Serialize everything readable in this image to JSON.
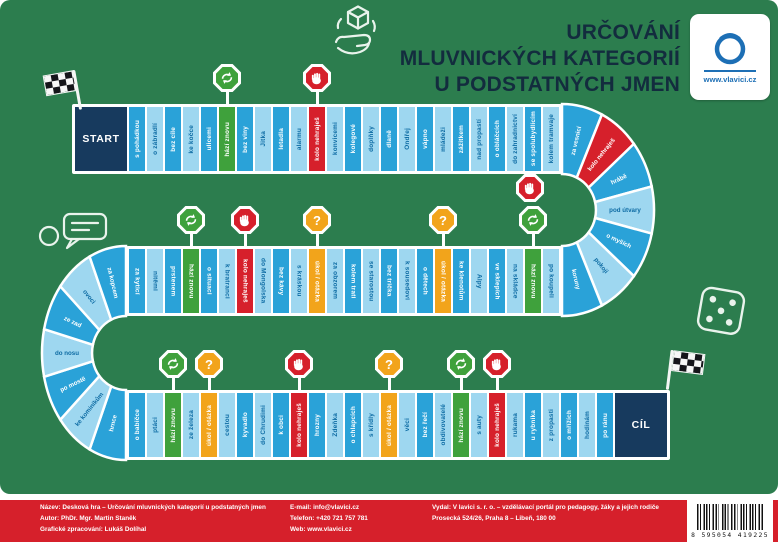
{
  "title": {
    "lines": [
      "URČOVÁNÍ",
      "MLUVNICKÝCH KATEGORIÍ",
      "U PODSTATNÝCH JMEN"
    ]
  },
  "logo": {
    "url": "www.vlavici.cz"
  },
  "board": {
    "start_label": "START",
    "finish_label": "CÍL",
    "rows": [
      {
        "cells": [
          {
            "text": "s pohádkou"
          },
          {
            "text": "o zábradlí"
          },
          {
            "text": "bez cíle"
          },
          {
            "text": "ke kočce"
          },
          {
            "text": "ulicemi"
          },
          {
            "text": "hází znovu",
            "type": "green",
            "sign": true
          },
          {
            "text": "bez viny"
          },
          {
            "text": "Jitka"
          },
          {
            "text": "letadla"
          },
          {
            "text": "alarmu"
          },
          {
            "text": "kolo nehraješ",
            "type": "red",
            "sign": true
          },
          {
            "text": "konvicemi"
          },
          {
            "text": "kolegové"
          },
          {
            "text": "doplňky"
          },
          {
            "text": "dlaně"
          },
          {
            "text": "Ondřej"
          },
          {
            "text": "vápno"
          },
          {
            "text": "mládeži"
          },
          {
            "text": "zážitkem"
          },
          {
            "text": "nad propastí"
          },
          {
            "text": "o obláčcích"
          },
          {
            "text": "do zahradnictví"
          },
          {
            "text": "se spolubydlícím"
          },
          {
            "text": "kolem tramvaje"
          }
        ]
      },
      {
        "cells": [
          {
            "text": "za kyticí"
          },
          {
            "text": "nitěmi"
          },
          {
            "text": "prstenem"
          },
          {
            "text": "hází znovu",
            "type": "green",
            "sign": true
          },
          {
            "text": "o situaci"
          },
          {
            "text": "k bratranci"
          },
          {
            "text": "kolo nehraješ",
            "type": "red",
            "sign": true
          },
          {
            "text": "do Mongolska"
          },
          {
            "text": "bez kávy"
          },
          {
            "text": "s kráskou"
          },
          {
            "text": "úkol / otázka",
            "type": "orange",
            "sign": true
          },
          {
            "text": "za obzorem"
          },
          {
            "text": "kolem trati"
          },
          {
            "text": "se starostou"
          },
          {
            "text": "bez trička"
          },
          {
            "text": "k sousedovi"
          },
          {
            "text": "o dětech"
          },
          {
            "text": "úkol / otázka",
            "type": "orange",
            "sign": true
          },
          {
            "text": "ke klenotům"
          },
          {
            "text": "Alpy"
          },
          {
            "text": "ve sklepích"
          },
          {
            "text": "na skládce"
          },
          {
            "text": "hází znovu",
            "type": "green",
            "sign": true
          },
          {
            "text": "po koupeli"
          }
        ]
      },
      {
        "cells": [
          {
            "text": "o babičce"
          },
          {
            "text": "ptáci"
          },
          {
            "text": "hází znovu",
            "type": "green",
            "sign": true
          },
          {
            "text": "ze železa"
          },
          {
            "text": "úkol / otázka",
            "type": "orange",
            "sign": true
          },
          {
            "text": "cestou"
          },
          {
            "text": "kyvadlo"
          },
          {
            "text": "do Chrudimi"
          },
          {
            "text": "k obci"
          },
          {
            "text": "kolo nehraješ",
            "type": "red",
            "sign": true
          },
          {
            "text": "hrozny"
          },
          {
            "text": "Zdeňka"
          },
          {
            "text": "o chlapcích"
          },
          {
            "text": "s křídly"
          },
          {
            "text": "úkol / otázka",
            "type": "orange",
            "sign": true
          },
          {
            "text": "věci"
          },
          {
            "text": "bez řečí"
          },
          {
            "text": "obdivovatelé"
          },
          {
            "text": "hází znovu",
            "type": "green",
            "sign": true
          },
          {
            "text": "s auty"
          },
          {
            "text": "kolo nehraješ",
            "type": "red",
            "sign": true
          },
          {
            "text": "rukama"
          },
          {
            "text": "u rybníka"
          },
          {
            "text": "z propasti"
          },
          {
            "text": "o mřížích"
          },
          {
            "text": "hodinám"
          },
          {
            "text": "po ránu"
          }
        ]
      }
    ],
    "curves": {
      "right": [
        {
          "text": "za vesnicí"
        },
        {
          "text": "kolo nehraješ",
          "type": "red",
          "sign": true
        },
        {
          "text": "hrábě"
        },
        {
          "text": "pod útvary"
        },
        {
          "text": "o myších"
        },
        {
          "text": "pokoji"
        },
        {
          "text": "koruny"
        }
      ],
      "left": [
        {
          "text": "za kopcem"
        },
        {
          "text": "ovoci"
        },
        {
          "text": "ze zad"
        },
        {
          "text": "do nosu"
        },
        {
          "text": "po mostě"
        },
        {
          "text": "ke kominíkům"
        },
        {
          "text": "hrnce"
        }
      ]
    }
  },
  "footer": {
    "credits": [
      "Název: Desková hra – Určování mluvnických kategorií u podstatných jmen",
      "Autor: PhDr. Mgr. Martin Staněk",
      "Grafické zpracování: Lukáš Dolíhal"
    ],
    "contact": [
      "E-mail: info@vlavici.cz",
      "Telefon: +420 721 757 781",
      "Web: www.vlavici.cz"
    ],
    "publisher": [
      "Vydal: V lavici s. r. o. – vzdělávací portál pro pedagogy, žáky a jejich rodiče",
      "Prosecká 524/26, Praha 8 – Libeň, 180 00"
    ],
    "barcode_digits": "8 595054 419225"
  }
}
